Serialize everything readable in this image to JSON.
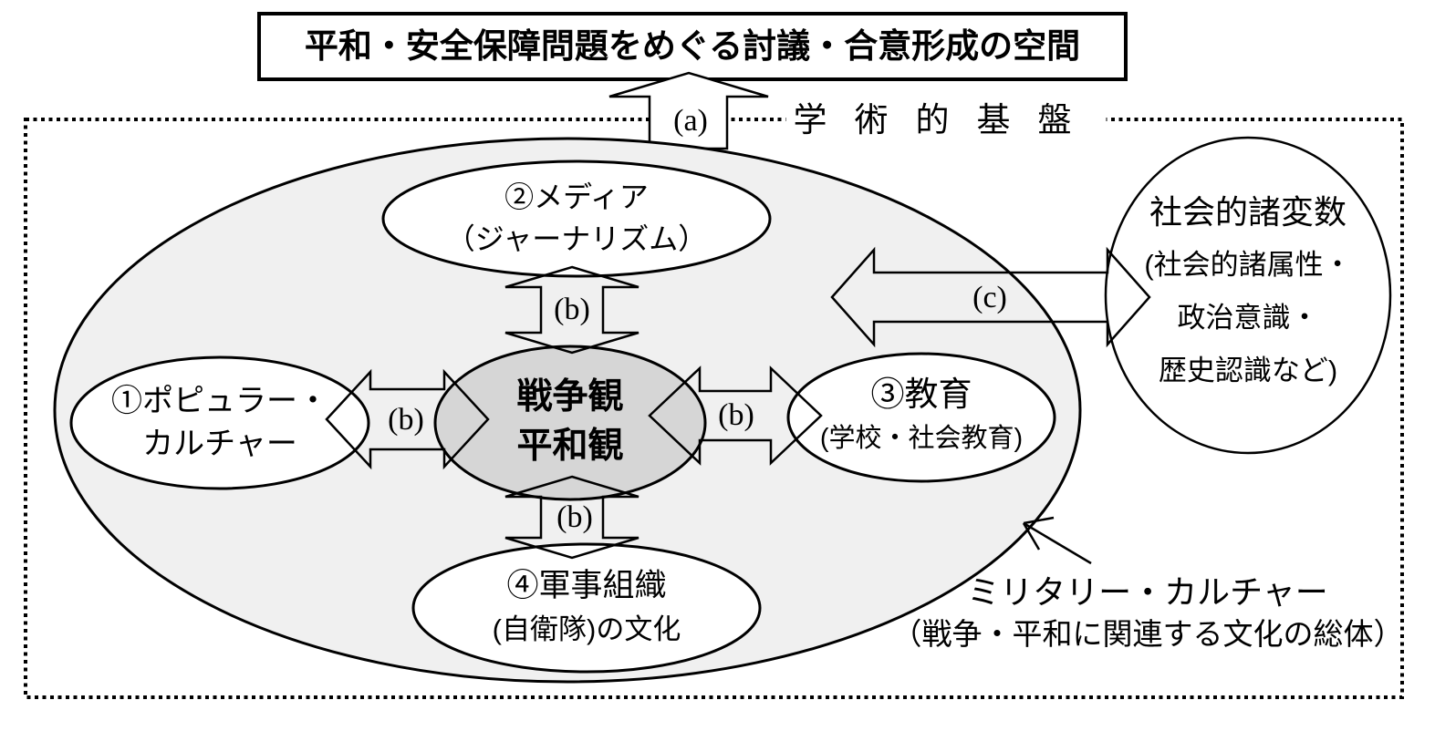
{
  "title": "ミリタリー・カルチャー概念図",
  "top_box": {
    "label": "平和・安全保障問題をめぐる討議・合意形成の空間"
  },
  "frame": {
    "label": "学術的基盤"
  },
  "arrow_labels": {
    "a": "(a)",
    "b": "(b)",
    "c": "(c)"
  },
  "nodes": {
    "media": {
      "line1": "②メディア",
      "line2": "（ジャーナリズム）"
    },
    "popular_culture": {
      "line1": "①ポピュラー・",
      "line2": "カルチャー"
    },
    "war_peace_views": {
      "line1": "戦争観",
      "line2": "平和観"
    },
    "education": {
      "line1": "③教育",
      "line2": "(学校・社会教育)"
    },
    "military_org": {
      "line1": "④軍事組織",
      "line2": "(自衛隊)の文化"
    },
    "social_variables": {
      "line1": "社会的諸変数",
      "line2": "(社会的諸属性・",
      "line3": "政治意識・",
      "line4": "歴史認識など)"
    }
  },
  "annotation": {
    "line1": "ミリタリー・カルチャー",
    "line2": "（戦争・平和に関連する文化の総体）"
  },
  "colors": {
    "outer_fill": "#f0f0f0",
    "center_fill": "#d6d6d6",
    "stroke": "#000000",
    "node_fill": "#ffffff"
  }
}
